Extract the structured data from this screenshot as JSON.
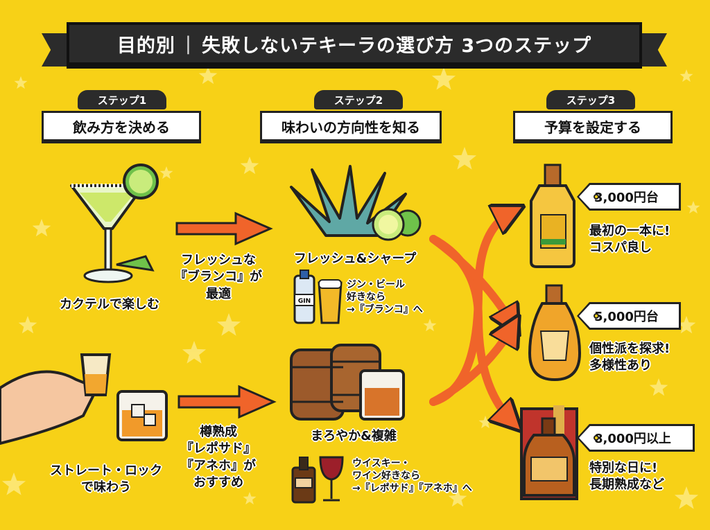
{
  "title": {
    "left": "目的別",
    "separator": "|",
    "right": "失敗しないテキーラの選び方 3つのステップ"
  },
  "steps": [
    {
      "tag": "ステップ1",
      "heading": "飲み方を決める"
    },
    {
      "tag": "ステップ2",
      "heading": "味わいの方向性を知る"
    },
    {
      "tag": "ステップ3",
      "heading": "予算を設定する"
    }
  ],
  "step1": {
    "cocktail_label": "カクテルで楽しむ",
    "straight_label": [
      "ストレート・ロック",
      "で味わう"
    ]
  },
  "connector_top": [
    "フレッシュな",
    "『ブランコ』が",
    "最適"
  ],
  "connector_bottom": [
    "樽熟成",
    "『レポサド』",
    "『アネホ』が",
    "おすすめ"
  ],
  "step2": {
    "fresh_label": "フレッシュ&シャープ",
    "fresh_note": [
      "ジン・ビール",
      "好きなら",
      "→『ブランコ』へ"
    ],
    "gin_label": "GIN",
    "mellow_label": "まろやか&複雑",
    "mellow_note": [
      "ウイスキー・",
      "ワイン好きなら",
      "→『レポサド』『アネホ』へ"
    ]
  },
  "step3": {
    "tiers": [
      {
        "price": "3,000円台",
        "desc": [
          "最初の一本に!",
          "コスパ良し"
        ]
      },
      {
        "price": "5,000円台",
        "desc": [
          "個性派を探求!",
          "多様性あり"
        ]
      },
      {
        "price": "8,000円以上",
        "desc": [
          "特別な日に!",
          "長期熟成など"
        ]
      }
    ]
  },
  "colors": {
    "background": "#f7d117",
    "banner": "#2b2b2b",
    "arrow": "#f0642a",
    "outline": "#222222"
  }
}
